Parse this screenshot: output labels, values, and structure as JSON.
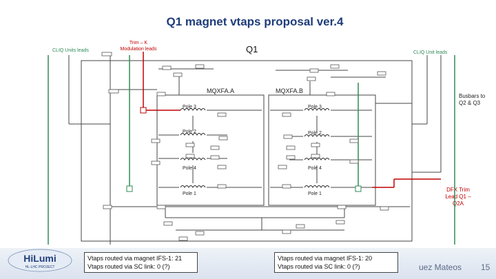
{
  "title": "Q1 magnet vtaps proposal ver.4",
  "magnet_label": "Q1",
  "clq_left": "CLIQ Units leads",
  "clq_right": "CLIQ Unit leads",
  "trim_label": "Trim – K Modulation leads",
  "mqxfa_a": "MQXFA.A",
  "mqxfa_b": "MQXFA.B",
  "busbars": "Busbars to Q2 & Q3",
  "dfx_trim": "DFX Trim Lead Q1 – Q2A",
  "poles": {
    "a_p3": "Pole 3",
    "a_p2": "Pole 2",
    "a_p4": "Pole 4",
    "a_p1": "Pole 1",
    "b_p3": "Pole 3",
    "b_p2": "Pole 2",
    "b_p4": "Pole 4",
    "b_p1": "Pole 1"
  },
  "note_left": [
    "Vtaps routed via magnet IFS-1: 21",
    "Vtaps routed via SC link: 0 (?)"
  ],
  "note_right": [
    "Vtaps routed via magnet IFS-1: 20",
    "Vtaps routed via SC link: 0 (?)"
  ],
  "author": "uez Mateos",
  "page": "15",
  "logo": {
    "top": "HiLumi",
    "bottom": "HL-LHC PROJECT"
  },
  "colors": {
    "title": "#1f3d7a",
    "green": "#2e8b57",
    "red": "#c00000",
    "wire": "#444444"
  }
}
